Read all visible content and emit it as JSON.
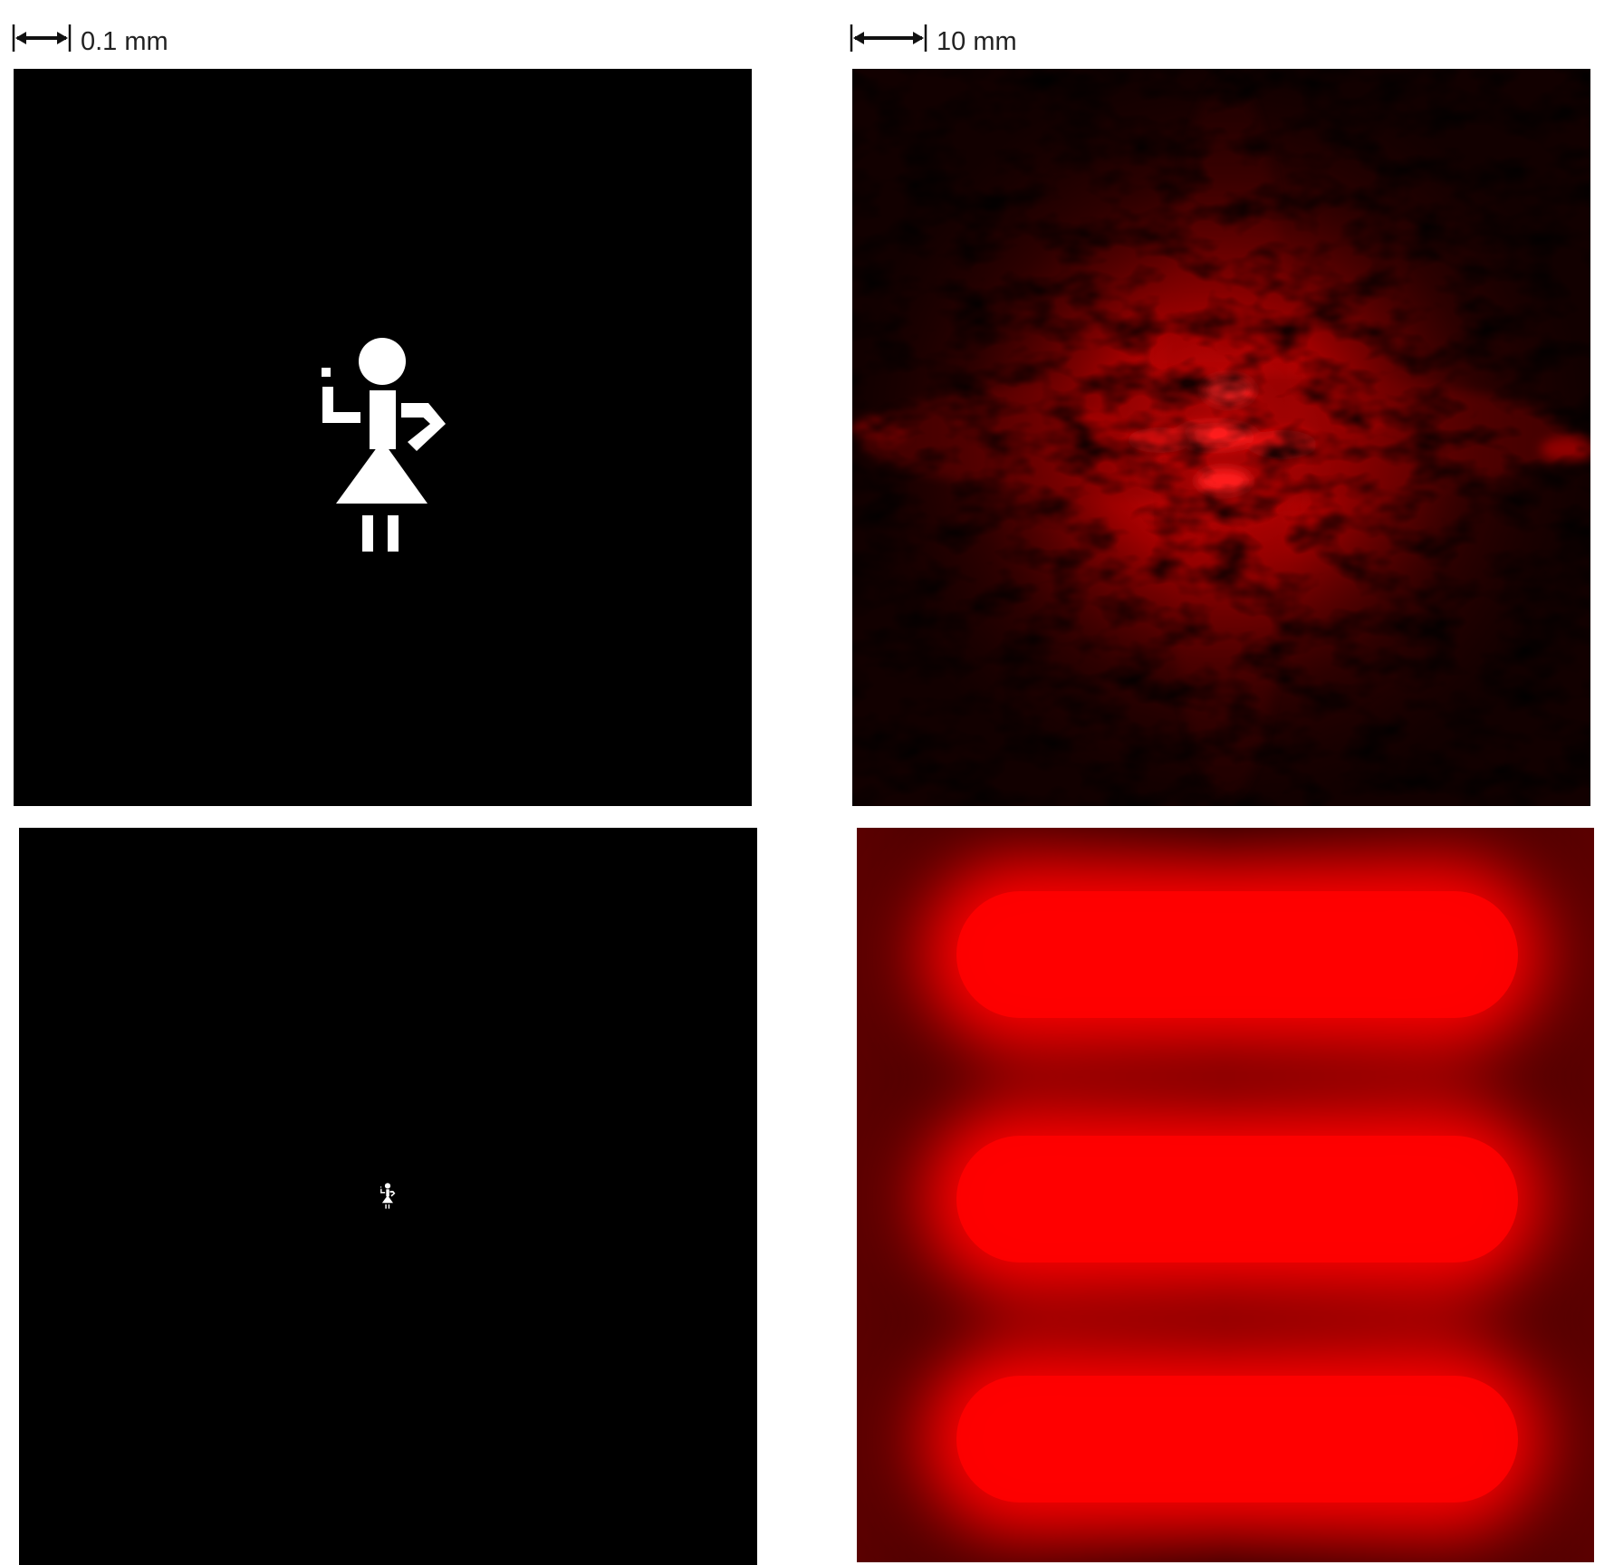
{
  "scale_bars": {
    "left": {
      "label": "0.1 mm"
    },
    "right": {
      "label": "10 mm"
    }
  },
  "panels": {
    "top_left": {
      "subject": "stick-figure-aperture",
      "background": "#000000",
      "figure_color": "#ffffff"
    },
    "top_right": {
      "subject": "speckled-diffraction-pattern",
      "color": "#ff0000"
    },
    "bottom_left": {
      "subject": "tiny-stick-figure-aperture",
      "background": "#000000",
      "figure_color": "#ffffff"
    },
    "bottom_right": {
      "subject": "three-horizontal-lobes",
      "color": "#ff0000"
    }
  }
}
